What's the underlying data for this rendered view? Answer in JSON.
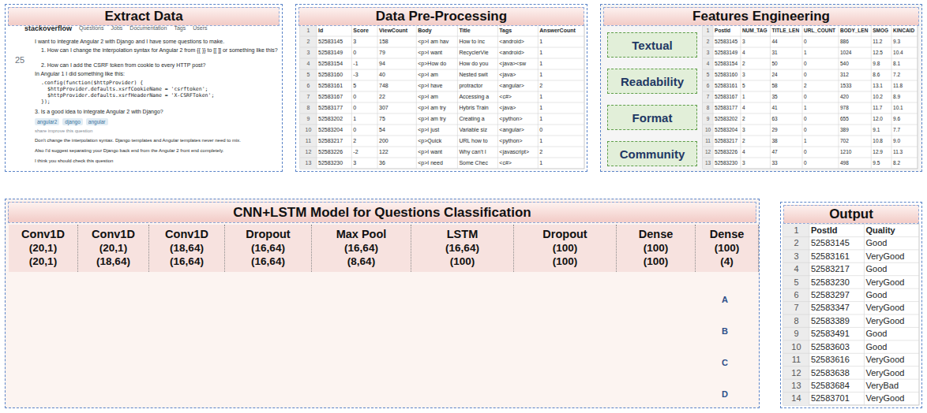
{
  "diagram": {
    "nodes": [
      {
        "text": [
          "Extract Data"
        ]
      },
      {
        "text": [
          "Data Pre-Processing"
        ]
      },
      {
        "text": [
          "Features Engineering"
        ]
      },
      {
        "text": [
          "Textual"
        ],
        "in": 2
      },
      {
        "text": [
          "Readability"
        ],
        "in": 2
      },
      {
        "text": [
          "Format"
        ],
        "in": 2
      },
      {
        "text": [
          "Community"
        ],
        "in": 2
      },
      {
        "text": [
          "CNN+LSTM Model for Questions Classification"
        ]
      },
      {
        "text": [
          "Conv1D",
          "(20,1)",
          "(20,1)"
        ],
        "in": 7
      },
      {
        "text": [
          "Conv1D",
          "(20,1)",
          "(18,64)"
        ],
        "in": 7
      },
      {
        "text": [
          "Conv1D",
          "(18,64)",
          "(16,64)"
        ],
        "in": 7
      },
      {
        "text": [
          "Dropout",
          "(16,64)",
          "(16,64)"
        ],
        "in": 7
      },
      {
        "text": [
          "Max Pool",
          "(16,64)",
          "(8,64)"
        ],
        "in": 7
      },
      {
        "text": [
          "LSTM",
          "(16,64)",
          "(100)"
        ],
        "in": 7
      },
      {
        "text": [
          "Dropout",
          "(100)",
          "(100)"
        ],
        "in": 7
      },
      {
        "text": [
          "Dense",
          "(100)",
          "(100)"
        ],
        "in": 7
      },
      {
        "text": [
          "Dense",
          "(100)",
          "(4)"
        ],
        "in": 7
      },
      {
        "text": [
          "Output"
        ]
      }
    ],
    "edges": [
      {
        "from": 0,
        "to": 1,
        "arrow": "to"
      },
      {
        "from": 1,
        "to": 2,
        "arrow": "to"
      },
      {
        "from": 1,
        "to": 7,
        "arrow": "to"
      },
      {
        "from": 7,
        "to": 17,
        "arrow": "to"
      }
    ],
    "labels": [
      "stackoverflow",
      "Questions",
      "Jobs",
      "Documentation",
      "Tags",
      "Users",
      "25",
      "I want to integrate Angular 2 with Django and I have some questions to make.",
      "1. How can I change the interpolation syntax for Angular 2 from {{ }} to [[ ]] or something like this?",
      "2. How can I add the CSRF token from cookie to every HTTP post?",
      "In Angular 1 I did something like this:",
      ".config(function($httpProvider) {",
      "$httpProvider.defaults.xsrfCookieName = 'csrftoken';",
      "$httpProvider.defaults.xsrfHeaderName = 'X-CSRFToken';",
      "});",
      "3. Is a good idea to integrate Angular 2 with Django?",
      "angular2",
      "django",
      "angular",
      "share improve this question",
      "Don't change the interpolation syntax. Django templates and Angular templates never need to mix.",
      "Also I'd suggest separating your Django back end from the Angular 2 front end completely.",
      "I think you should check this question",
      "1",
      "Id",
      "Score",
      "ViewCount",
      "Body",
      "Title",
      "Tags",
      "AnswerCount",
      "2",
      "52583145",
      "3",
      "158",
      "<p>I am hav",
      "How to inc",
      "<android>",
      "1",
      "3",
      "52583149",
      "0",
      "79",
      "<p>I want",
      "RecyclerVie",
      "<android>",
      "1",
      "4",
      "52583154",
      "-1",
      "94",
      "<p>How do",
      "How do you",
      "<java><sw",
      "1",
      "5",
      "52583160",
      "-3",
      "40",
      "<p>I am",
      "Nested swit",
      "<java>",
      "1",
      "6",
      "52583161",
      "5",
      "748",
      "<p>I have",
      "protractor",
      "<angular>",
      "2",
      "7",
      "52583167",
      "0",
      "22",
      "<p>I am",
      "Accessing a",
      "<c#>",
      "1",
      "8",
      "52583177",
      "0",
      "307",
      "<p>I am try",
      "Hybris Train",
      "<java>",
      "1",
      "9",
      "52583202",
      "1",
      "75",
      "<p>I am try",
      "Creating a",
      "<python>",
      "1",
      "10",
      "52583204",
      "0",
      "54",
      "<p>I just",
      "Variable siz",
      "<angular>",
      "0",
      "11",
      "52583217",
      "2",
      "200",
      "<p>Quick",
      "URL how to",
      "<python>",
      "1",
      "12",
      "52583226",
      "-2",
      "122",
      "<p>I want",
      "Why can't I",
      "<javascript>",
      "2",
      "13",
      "52583230",
      "3",
      "36",
      "<p>I need",
      "Some Chec",
      "<c#>",
      "1",
      "1",
      "PostId",
      "NUM_TAG",
      "TITLE_LEN",
      "URL_COUNT",
      "BODY_LEN",
      "SMOG",
      "KINCAID",
      "2",
      "52583145",
      "3",
      "44",
      "0",
      "886",
      "11.2",
      "9.3",
      "3",
      "52583149",
      "4",
      "31",
      "1",
      "1024",
      "12.5",
      "10.4",
      "4",
      "52583154",
      "2",
      "50",
      "0",
      "540",
      "9.8",
      "8.1",
      "5",
      "52583160",
      "3",
      "24",
      "0",
      "312",
      "8.6",
      "7.2",
      "6",
      "52583161",
      "5",
      "58",
      "2",
      "1533",
      "13.1",
      "11.8",
      "7",
      "52583167",
      "1",
      "35",
      "0",
      "420",
      "10.2",
      "8.9",
      "8",
      "52583177",
      "4",
      "41",
      "1",
      "978",
      "11.7",
      "10.1",
      "9",
      "52583202",
      "2",
      "63",
      "0",
      "655",
      "12.0",
      "9.6",
      "10",
      "52583204",
      "3",
      "29",
      "0",
      "389",
      "9.1",
      "7.7",
      "11",
      "52583217",
      "2",
      "38",
      "1",
      "702",
      "10.8",
      "9.0",
      "12",
      "52583226",
      "4",
      "47",
      "0",
      "1210",
      "12.9",
      "11.3",
      "13",
      "52583230",
      "3",
      "33",
      "0",
      "498",
      "9.5",
      "8.2",
      "1",
      "PostId",
      "Quality",
      "2",
      "52583145",
      "Good",
      "3",
      "52583161",
      "VeryGood",
      "4",
      "52583217",
      "Good",
      "5",
      "52583230",
      "VeryGood",
      "6",
      "52583297",
      "Good",
      "7",
      "52583347",
      "VeryGood",
      "8",
      "52583389",
      "VeryGood",
      "9",
      "52583491",
      "Good",
      "10",
      "52583603",
      "Good",
      "11",
      "52583616",
      "VeryGood",
      "12",
      "52583638",
      "VeryGood",
      "13",
      "52583684",
      "VeryBad",
      "14",
      "52583701",
      "VeryGood",
      "A",
      "B",
      "C",
      "D"
    ]
  }
}
